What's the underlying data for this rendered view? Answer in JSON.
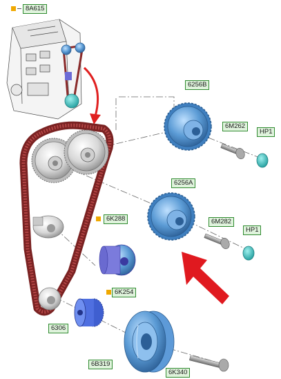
{
  "labels": {
    "engine": "8A615",
    "cam_sprocket_upper": "6256B",
    "cam_sprocket_lower": "6256A",
    "bolt_upper": "6M262",
    "bolt_lower": "6M282",
    "plug_upper": "HP1",
    "plug_lower": "HP1",
    "tensioner": "6K288",
    "idler": "6K254",
    "crank_sprocket": "6306",
    "damper": "6B319",
    "damper_bolt": "6K340"
  },
  "colors": {
    "belt": "#8a2a2a",
    "sprocket": "#5b9bd5",
    "callout_border": "#2f8a2f",
    "callout_fill": "#dff3dc",
    "marker": "#f0a800",
    "arrow": "#e02020",
    "plug": "#2fb3b3"
  }
}
